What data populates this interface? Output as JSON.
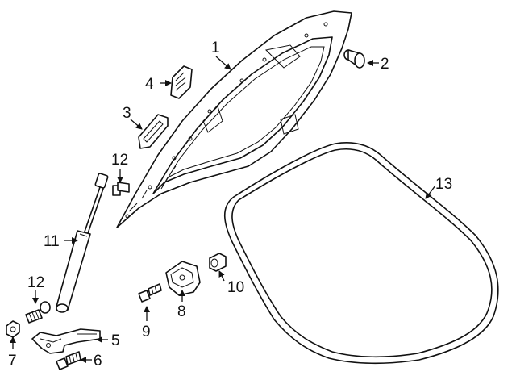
{
  "callouts": [
    {
      "id": "1",
      "text": "1"
    },
    {
      "id": "2",
      "text": "2"
    },
    {
      "id": "3",
      "text": "3"
    },
    {
      "id": "4",
      "text": "4"
    },
    {
      "id": "5",
      "text": "5"
    },
    {
      "id": "6",
      "text": "6"
    },
    {
      "id": "7",
      "text": "7"
    },
    {
      "id": "8",
      "text": "8"
    },
    {
      "id": "9",
      "text": "9"
    },
    {
      "id": "10",
      "text": "10"
    },
    {
      "id": "11",
      "text": "11"
    },
    {
      "id": "12a",
      "text": "12"
    },
    {
      "id": "12b",
      "text": "12"
    },
    {
      "id": "13",
      "text": "13"
    }
  ]
}
